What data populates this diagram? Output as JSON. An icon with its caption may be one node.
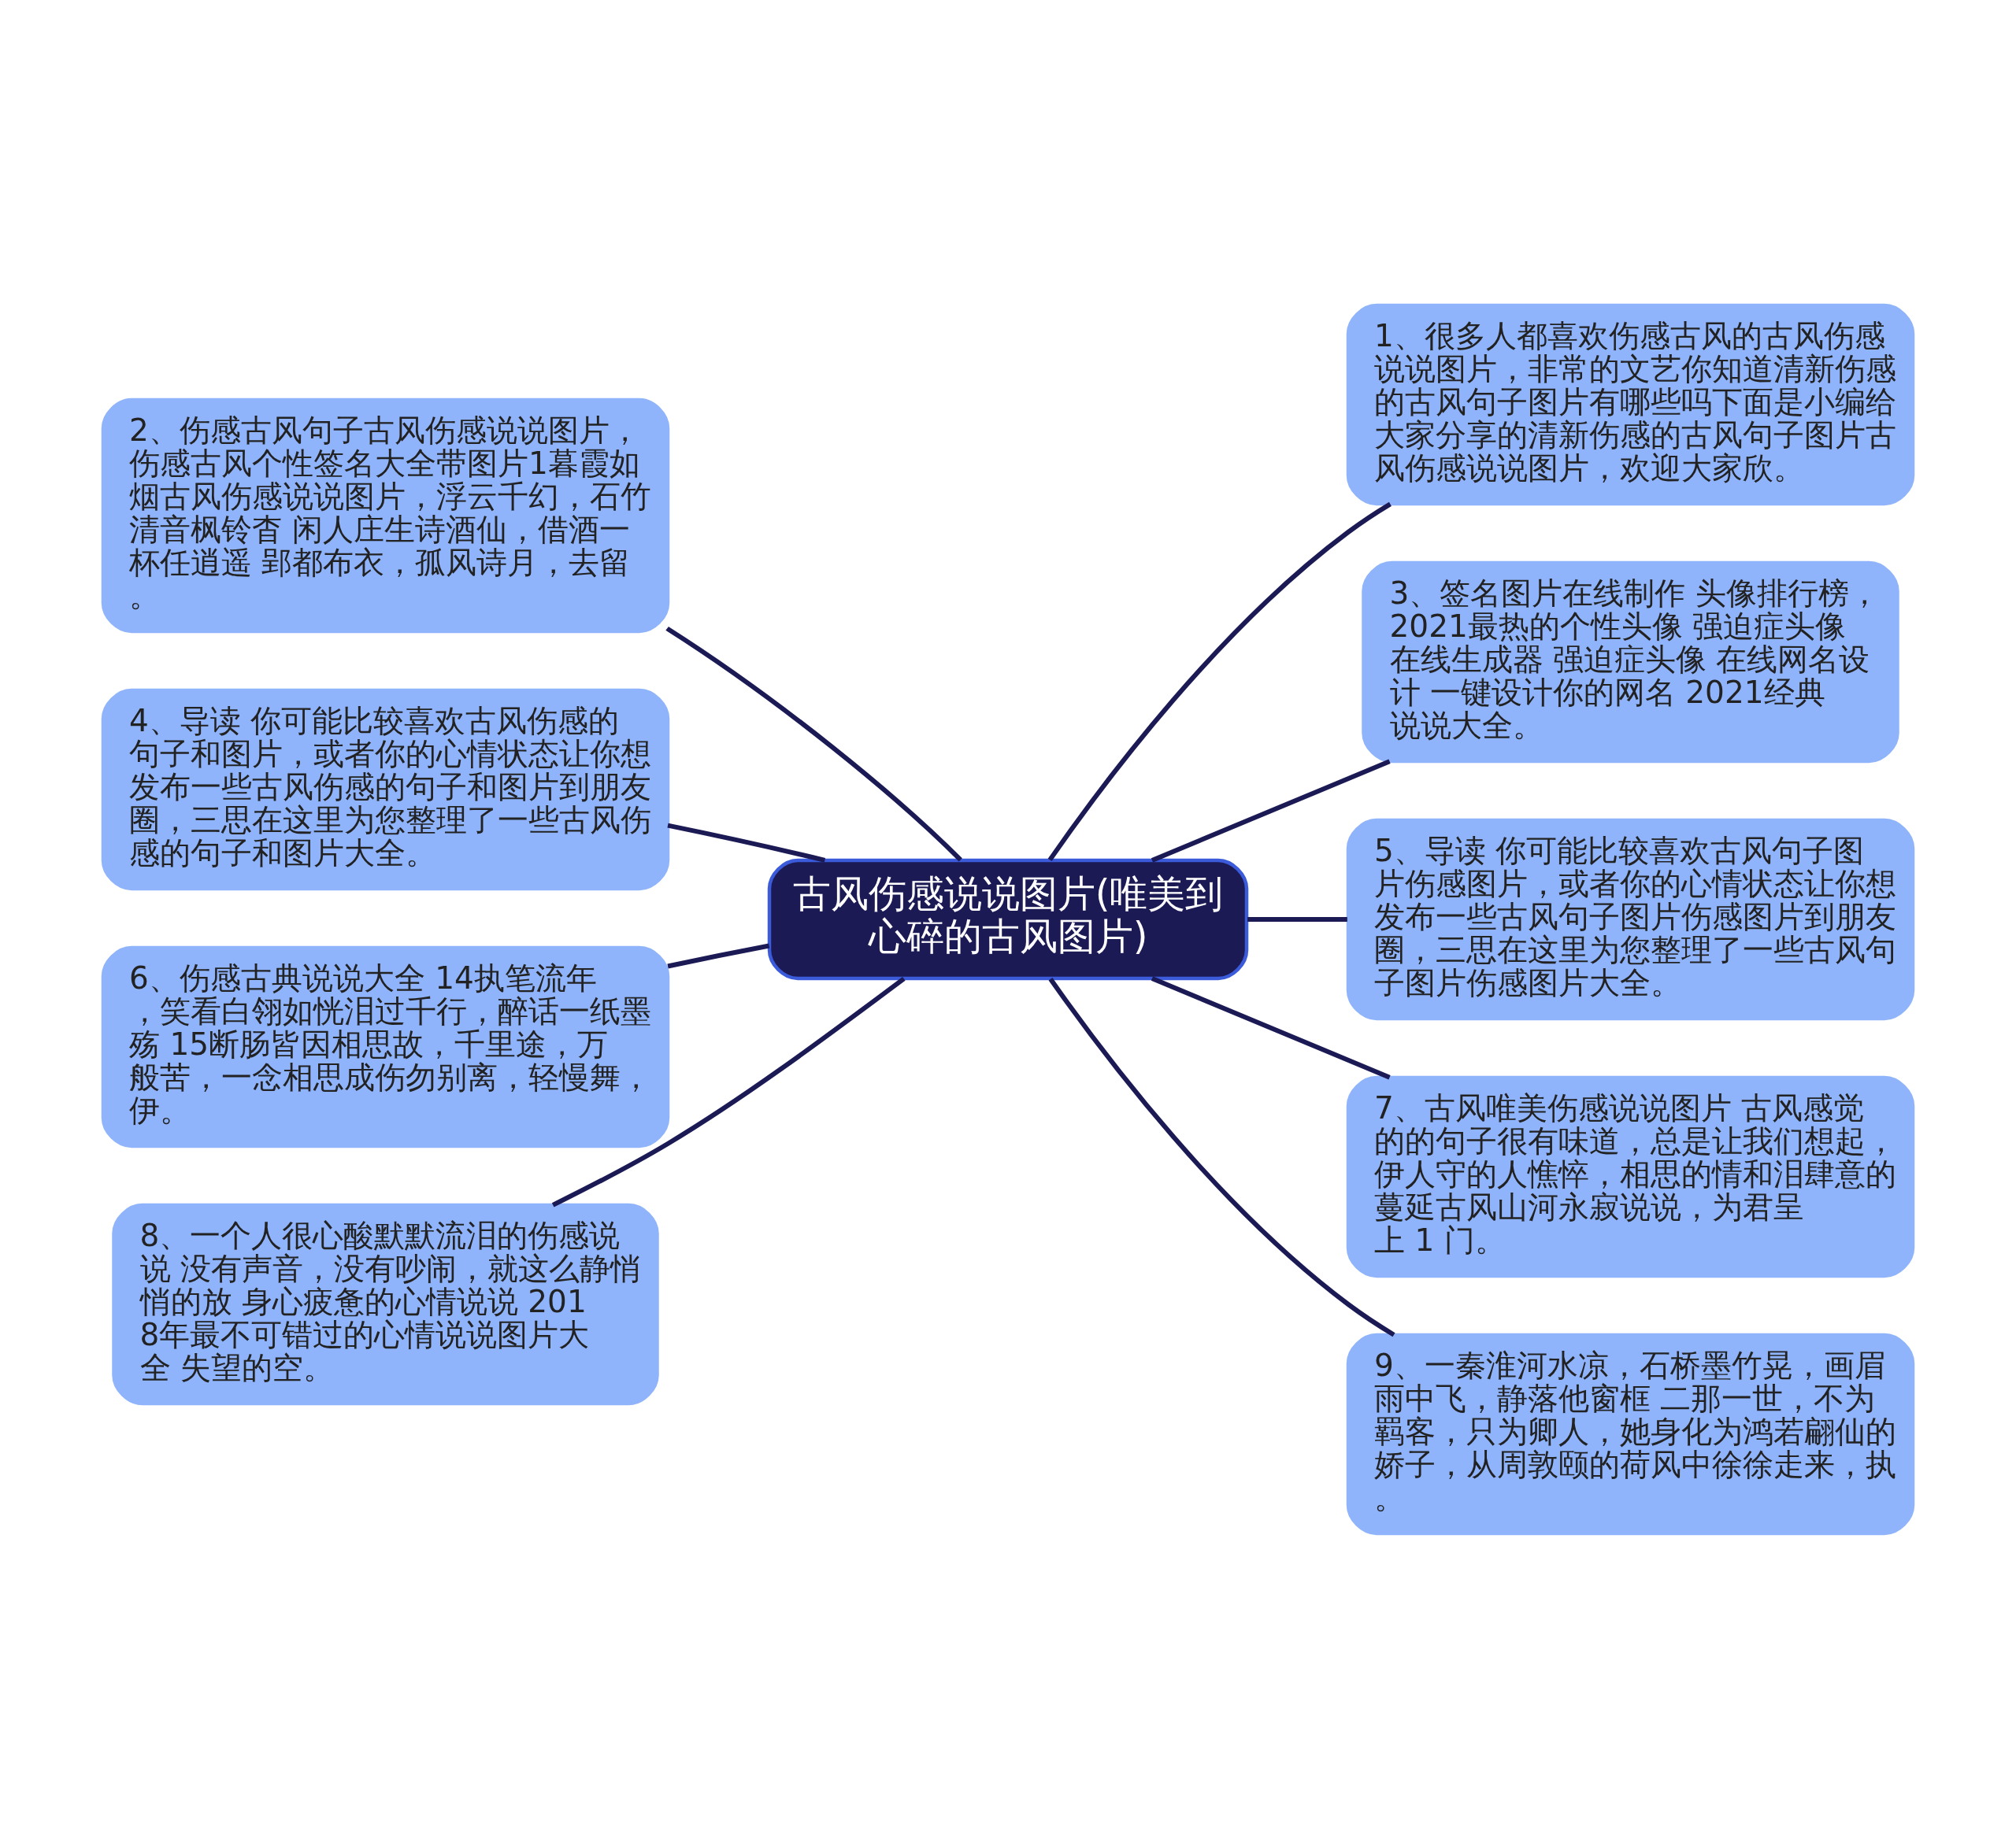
{
  "diagram": {
    "nodes": [
      {
        "text": [
          "古风伤感说说图片(唯美到心碎的古风图片)"
        ]
      },
      {
        "text": [
          "1、很多人都喜欢伤感古风的古风伤感说说图片，非常的文艺你知道清新伤感的古风句子图片有哪些吗下面是小编给大家分享的清新伤感的古风句子图片古风伤感说说图片，欢迎大家欣。"
        ]
      },
      {
        "text": [
          "2、伤感古风句子古风伤感说说图片，伤感古风个性签名大全带图片1暮霞如烟古风伤感说说图片，浮云千幻，石竹清音枫铃杳 闲人庄生诗酒仙，借酒一杯任逍遥 郢都布衣，孤风诗月，去留。"
        ]
      },
      {
        "text": [
          "3、签名图片在线制作 头像排行榜，2021最热的个性头像 强迫症头像在线生成器 强迫症头像 在线网名设计 一键设计你的网名 2021经典说说大全。"
        ]
      },
      {
        "text": [
          "4、导读 你可能比较喜欢古风伤感的句子和图片，或者你的心情状态让你想发布一些古风伤感的句子和图片到朋友圈，三思在这里为您整理了一些古风伤感的句子和图片大全。"
        ]
      },
      {
        "text": [
          "5、导读 你可能比较喜欢古风句子图片伤感图片，或者你的心情状态让你想发布一些古风句子图片伤感图片到朋友圈，三思在这里为您整理了一些古风句子图片伤感图片大全。"
        ]
      },
      {
        "text": [
          "6、伤感古典说说大全 14执笔流年，笑看白翎如恍泪过千行，醉话一纸墨殇 15断肠皆因相思故，千里途，万般苦，一念相思成伤勿别离，轻慢舞，伊。"
        ]
      },
      {
        "text": [
          "7、古风唯美伤感说说图片 古风感觉的的句子很有味道，总是让我们想起，伊人守的人憔悴，相思的情和泪肆意的蔓延古风山河永寂说说，为君呈上 1 门。"
        ]
      },
      {
        "text": [
          "8、一个人很心酸默默流泪的伤感说说 没有声音，没有吵闹，就这么静悄悄的放 身心疲惫的心情说说 2018年最不可错过的心情说说图片大全 失望的空。"
        ]
      },
      {
        "text": [
          "9、一秦淮河水凉，石桥墨竹晃，画眉雨中飞，静落他窗框 二那一世，不为羁客，只为卿人，她身化为鸿若翩仙的娇子，从周敦颐的荷风中徐徐走来，执。"
        ]
      }
    ],
    "edges": [
      {
        "from": 0,
        "to": 1,
        "arrow": "none"
      },
      {
        "from": 0,
        "to": 2,
        "arrow": "none"
      },
      {
        "from": 0,
        "to": 3,
        "arrow": "none"
      },
      {
        "from": 0,
        "to": 4,
        "arrow": "none"
      },
      {
        "from": 0,
        "to": 5,
        "arrow": "none"
      },
      {
        "from": 0,
        "to": 6,
        "arrow": "none"
      },
      {
        "from": 0,
        "to": 7,
        "arrow": "none"
      },
      {
        "from": 0,
        "to": 8,
        "arrow": "none"
      },
      {
        "from": 0,
        "to": 9,
        "arrow": "none"
      }
    ]
  }
}
